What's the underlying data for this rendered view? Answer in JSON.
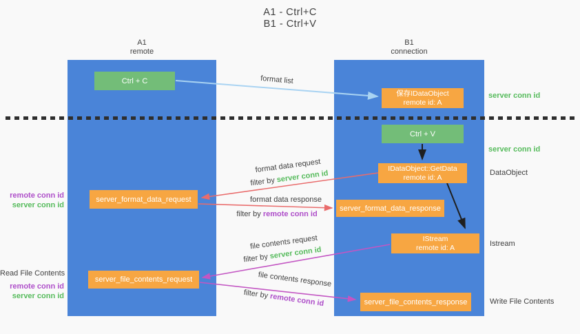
{
  "title": {
    "line1": "A1 - Ctrl+C",
    "line2": "B1 - Ctrl+V"
  },
  "columns": {
    "a1": {
      "name": "A1",
      "subtitle": "remote"
    },
    "b1": {
      "name": "B1",
      "subtitle": "connection"
    }
  },
  "nodes": {
    "ctrl_c": "Ctrl + C",
    "ctrl_v": "Ctrl + V",
    "save_idataobject": {
      "line1": "保存IDataObject",
      "line2": "remote id: A"
    },
    "getdata": {
      "line1": "IDataObject::GetData",
      "line2": "remote id: A"
    },
    "istream": {
      "line1": "IStream",
      "line2": "remote id: A"
    },
    "format_request": "server_format_data_request",
    "format_response": "server_format_data_response",
    "file_request": "server_file_contents_request",
    "file_response": "server_file_contents_response"
  },
  "side_labels": {
    "right": {
      "server_conn_id_1": "server conn id",
      "server_conn_id_2": "server conn id",
      "dataobject": "DataObject",
      "istream": "Istream",
      "write_file_contents": "Write File Contents"
    },
    "left": {
      "remote_conn_id_1": "remote conn id",
      "server_conn_id_1": "server conn id",
      "read_file_contents": "Read File Contents",
      "remote_conn_id_2": "remote conn id",
      "server_conn_id_2": "server conn id"
    }
  },
  "arrow_labels": {
    "format_list": "format list",
    "format_data_request": "format data request",
    "format_data_response": "format data response",
    "file_contents_request": "file contents request",
    "file_contents_response": "file contents response",
    "filter_by": "filter by",
    "server_conn_id": "server conn id",
    "remote_conn_id": "remote conn id"
  },
  "colors": {
    "bg": "#f9f9f9",
    "column_blue": "#4a84d8",
    "box_green": "#73bd78",
    "box_orange": "#f7a642",
    "text_dark": "#3f3f3f",
    "label_green": "#56bb5c",
    "label_purple": "#ae4ec9",
    "arrow_red": "#e96c6c",
    "arrow_magenta": "#c356c3",
    "arrow_blue": "#a9d3f2",
    "arrow_black": "#1f1f1f",
    "dash": "#2e2e2e"
  }
}
